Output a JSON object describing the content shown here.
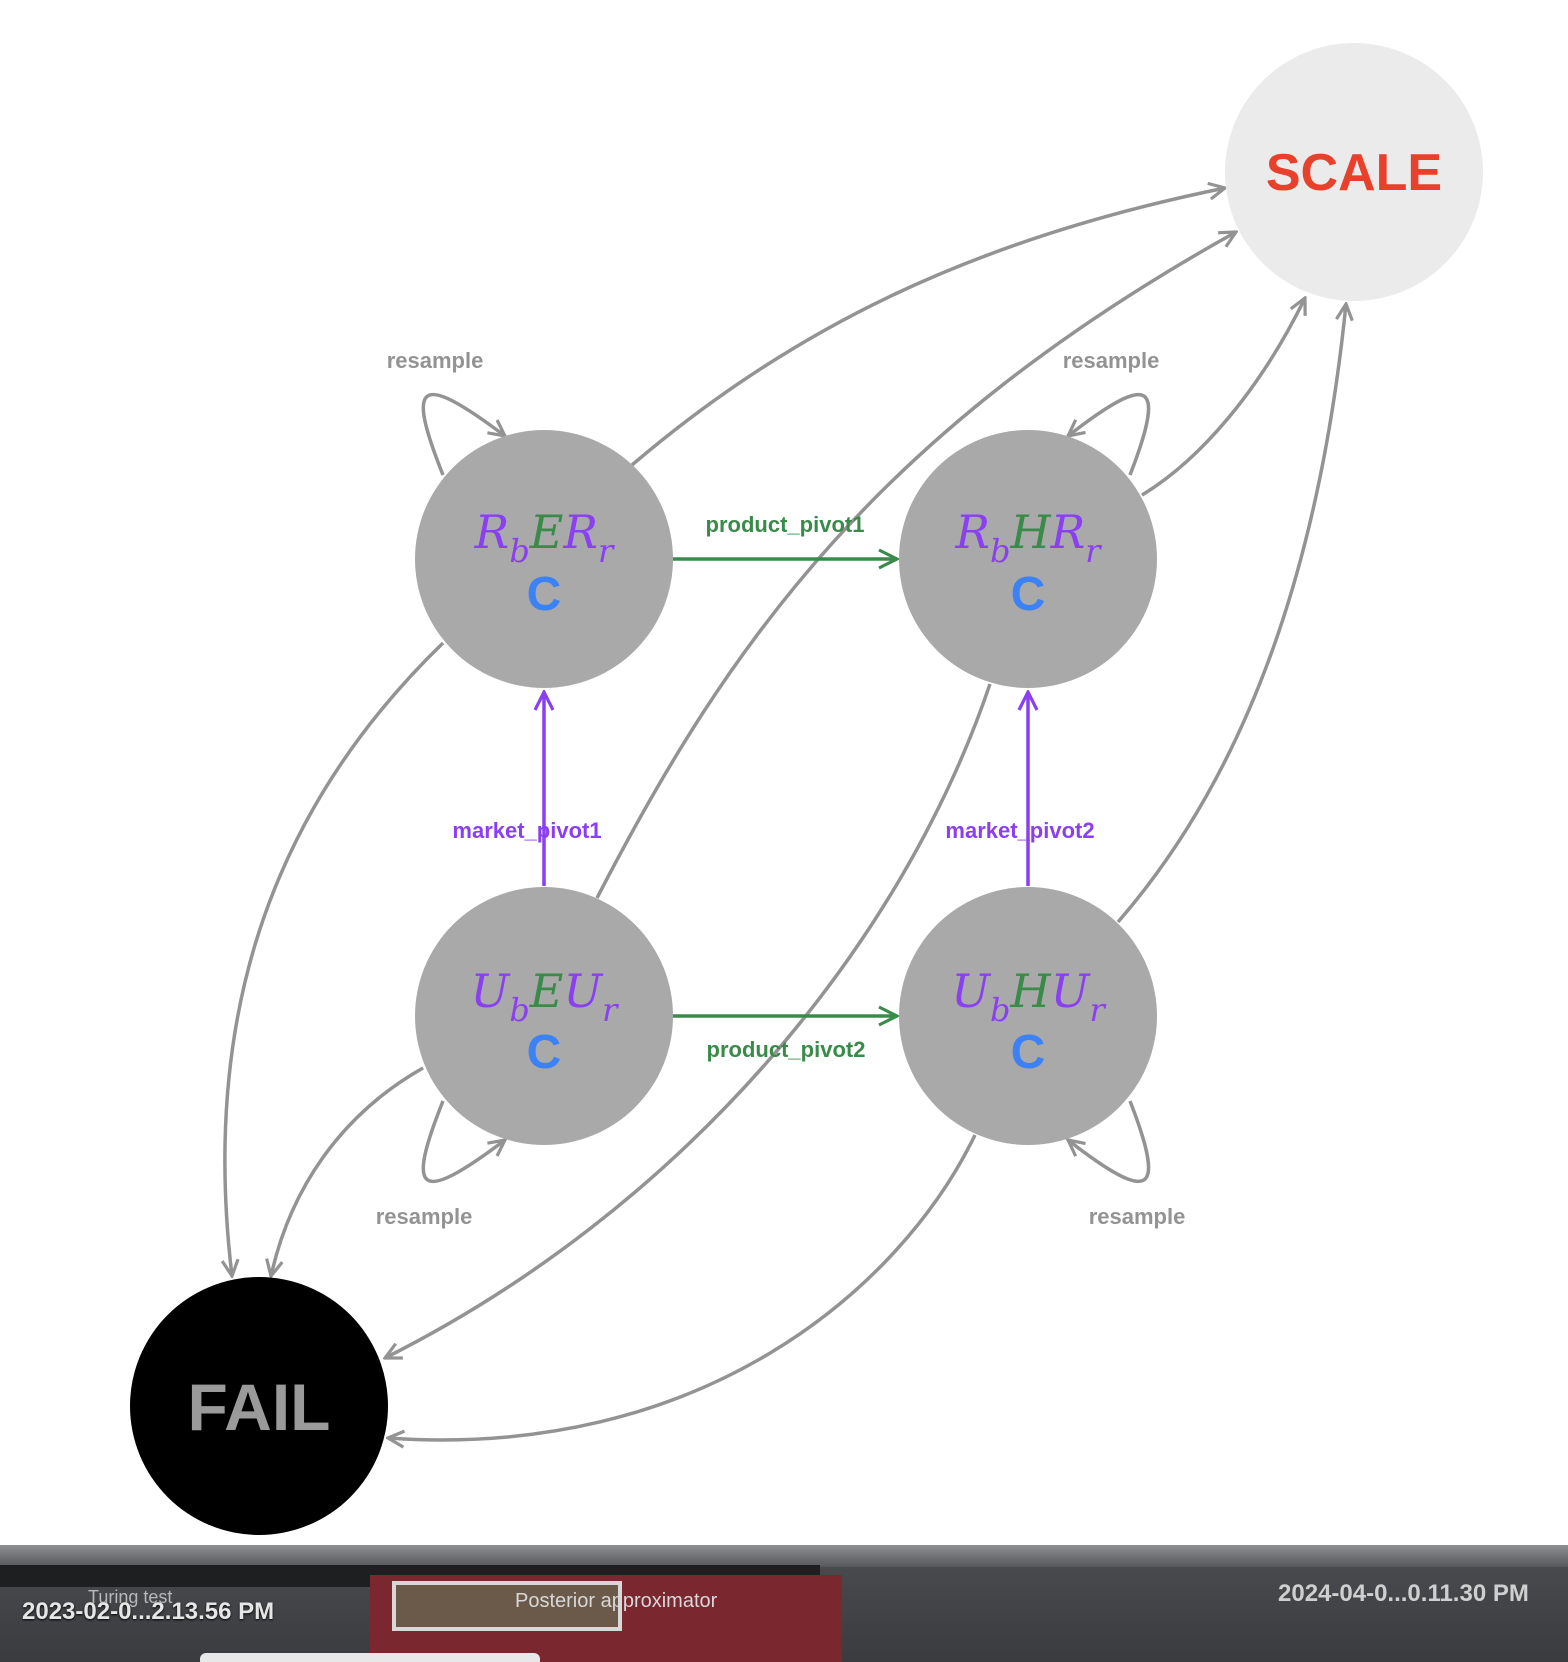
{
  "nodes": {
    "scale": {
      "label": "SCALE",
      "color": "#e8402a",
      "fill": "#ebebeb"
    },
    "fail": {
      "label": "FAIL",
      "color": "#9a9a9a",
      "fill": "#000000"
    },
    "rber": {
      "r1": "R",
      "sub1": "b",
      "mid": "E",
      "r2": "R",
      "sub2": "r",
      "code": "C"
    },
    "rbhr": {
      "r1": "R",
      "sub1": "b",
      "mid": "H",
      "r2": "R",
      "sub2": "r",
      "code": "C"
    },
    "ubeu": {
      "r1": "U",
      "sub1": "b",
      "mid": "E",
      "r2": "U",
      "sub2": "r",
      "code": "C"
    },
    "ubhu": {
      "r1": "U",
      "sub1": "b",
      "mid": "H",
      "r2": "U",
      "sub2": "r",
      "code": "C"
    }
  },
  "edges": {
    "product_pivot1": "product_pivot1",
    "product_pivot2": "product_pivot2",
    "market_pivot1": "market_pivot1",
    "market_pivot2": "market_pivot2",
    "resample_tl": "resample",
    "resample_tr": "resample",
    "resample_bl": "resample",
    "resample_br": "resample"
  },
  "colors": {
    "purple": "#8a3ff0",
    "green": "#3a8a4a",
    "gray_edge": "#939393",
    "node_gray": "#a9a9a9",
    "code_blue": "#3b82f6"
  },
  "taskbar": {
    "left_timestamp": "2023-02-0...2.13.56 PM",
    "left_sub": "Turing test",
    "middle_label": "Posterior approximator",
    "right_timestamp": "2024-04-0...0.11.30 PM"
  }
}
